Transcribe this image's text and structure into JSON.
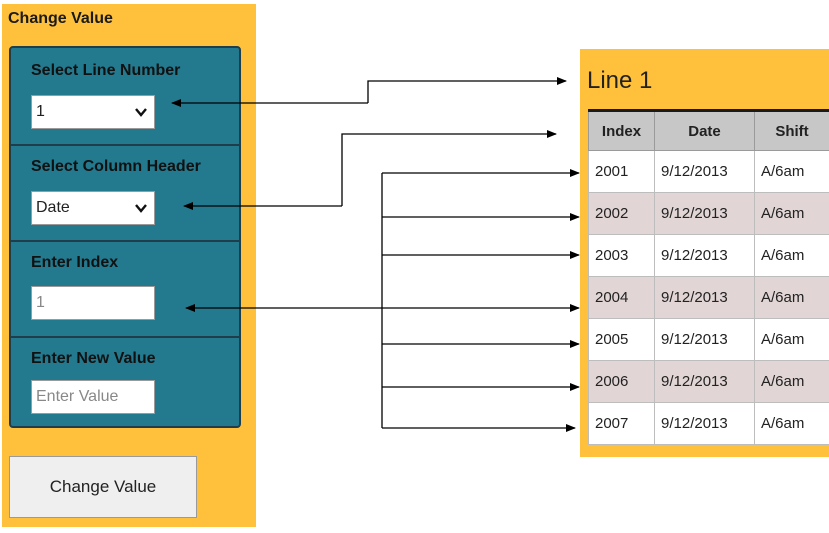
{
  "form": {
    "title": "Change Value",
    "line_label": "Select Line Number",
    "line_value": "1",
    "column_label": "Select Column Header",
    "column_value": "Date",
    "index_label": "Enter Index",
    "index_value": "1",
    "new_value_label": "Enter New Value",
    "new_value_placeholder": "Enter Value",
    "button_label": "Change Value"
  },
  "table": {
    "title": "Line 1",
    "headers": [
      "Index",
      "Date",
      "Shift"
    ],
    "rows": [
      [
        "2001",
        "9/12/2013",
        "A/6am"
      ],
      [
        "2002",
        "9/12/2013",
        "A/6am"
      ],
      [
        "2003",
        "9/12/2013",
        "A/6am"
      ],
      [
        "2004",
        "9/12/2013",
        "A/6am"
      ],
      [
        "2005",
        "9/12/2013",
        "A/6am"
      ],
      [
        "2006",
        "9/12/2013",
        "A/6am"
      ],
      [
        "2007",
        "9/12/2013",
        "A/6am"
      ]
    ]
  },
  "colors": {
    "panel_bg": "#ffc13b",
    "control_bg": "#237a8f",
    "row_alt": "#e1d5d5",
    "header_bg": "#c7c7c7"
  }
}
